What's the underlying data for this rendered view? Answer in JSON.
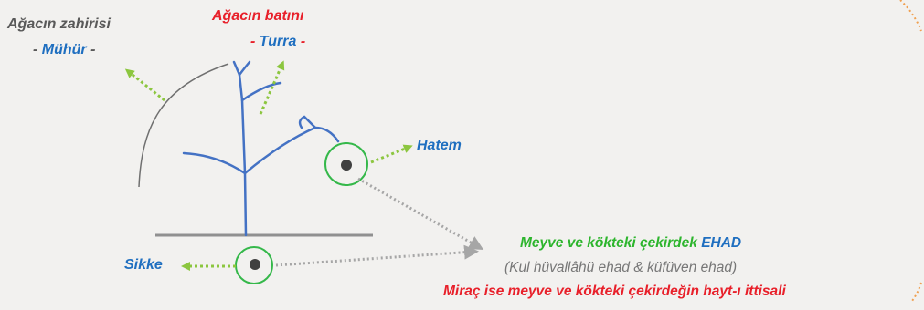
{
  "labels": {
    "outer_line1": "Ağacın zahirisi",
    "outer_line2_dash_l": "- ",
    "outer_line2_word": "Mühür",
    "outer_line2_dash_r": " -",
    "inner_line1": "Ağacın batını",
    "inner_line2_dash_l": "- ",
    "inner_line2_word": "Turra",
    "inner_line2_dash_r": " -",
    "hatem": "Hatem",
    "sikke": "Sikke",
    "fruit_line1_a": "Meyve ve kökteki çekirdek ",
    "fruit_line1_b": "EHAD",
    "fruit_line2": "(Kul hüvallâhü ehad  & küfüven ehad)",
    "fruit_line3": "Miraç ise meyve ve kökteki çekirdeğin hayt-ı ittisali"
  },
  "colors": {
    "red": "#e8202a",
    "blue": "#1f6fc0",
    "green": "#2db52d",
    "gray": "#595959",
    "arrow_green": "#8cc63f",
    "arrow_gray": "#a6a6a6",
    "tree_blue": "#4472c4",
    "outer_line": "#707070",
    "orange_accent": "#f0a050"
  }
}
